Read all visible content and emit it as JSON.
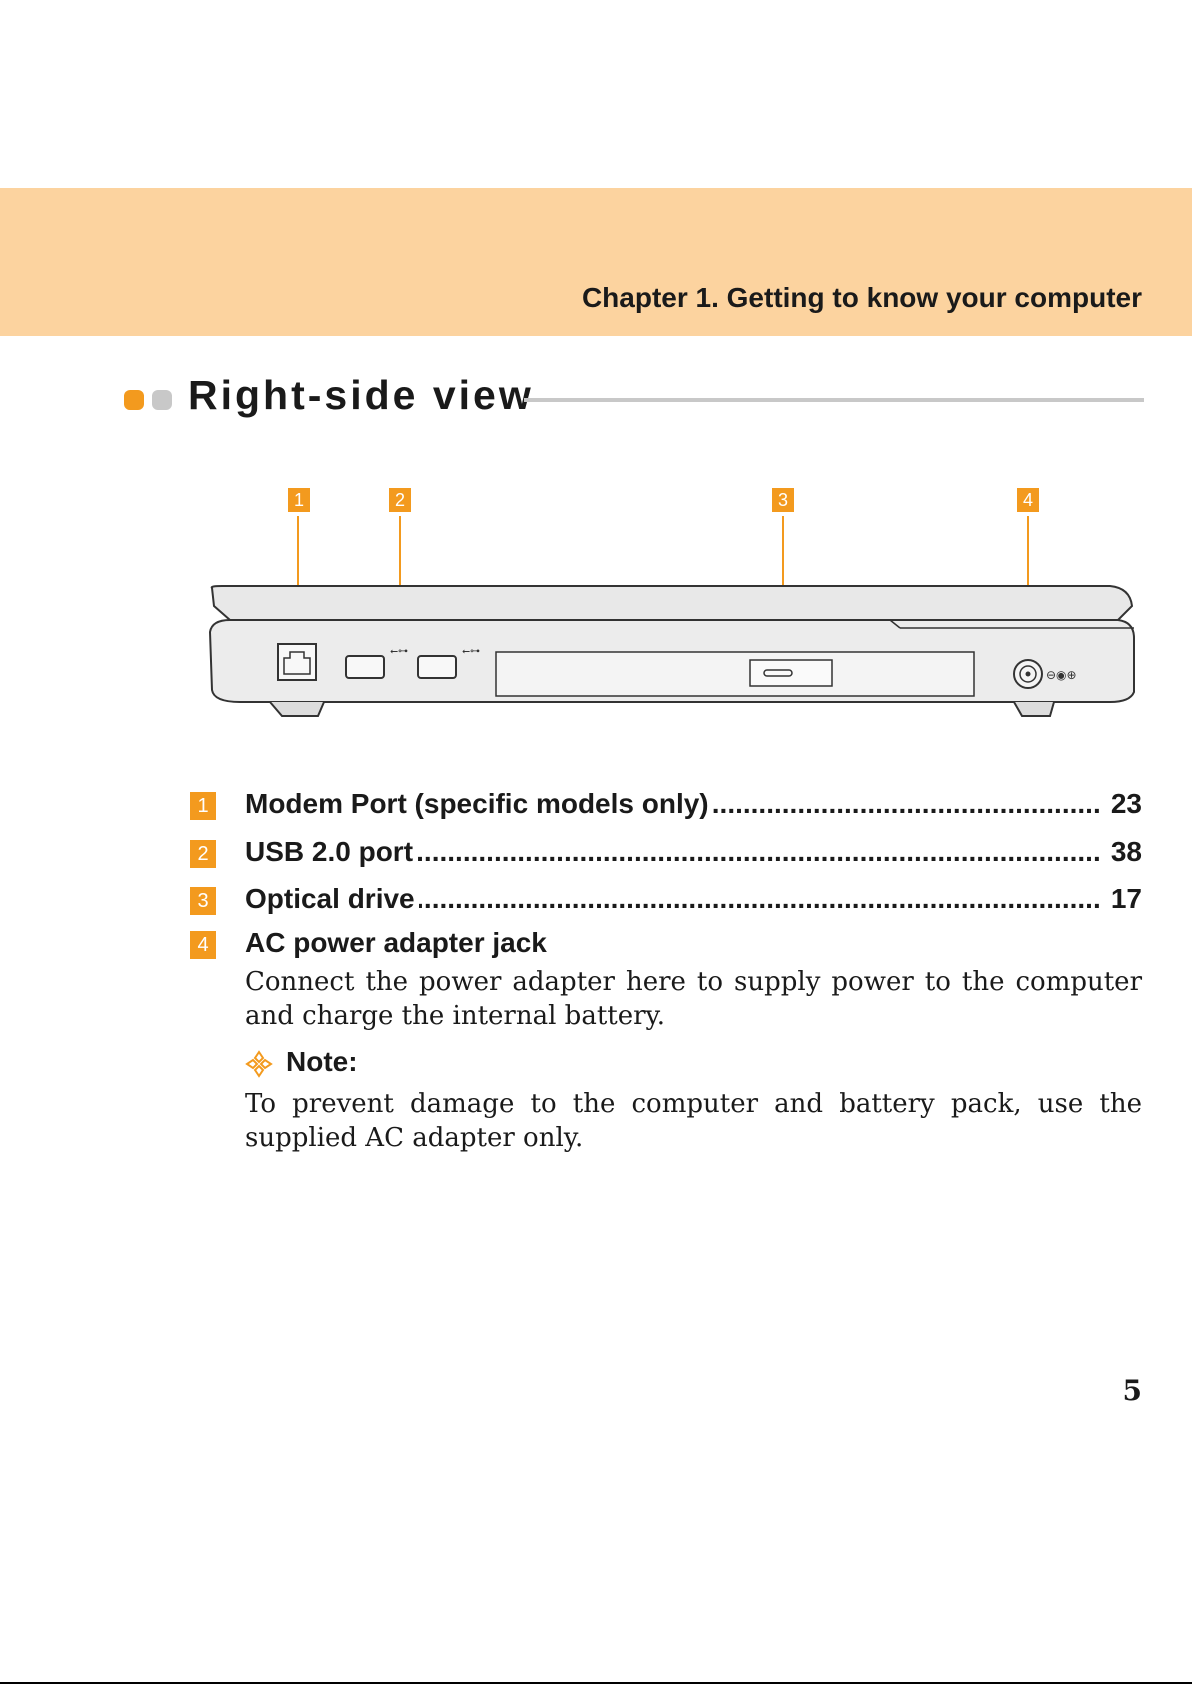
{
  "header": {
    "chapter_title": "Chapter 1. Getting to know your computer"
  },
  "section": {
    "title": "Right-side view"
  },
  "diagram": {
    "callouts": [
      "1",
      "2",
      "3",
      "4"
    ]
  },
  "items": [
    {
      "number": "1",
      "label": "Modem Port (specific models only)",
      "page": "23"
    },
    {
      "number": "2",
      "label": "USB 2.0 port",
      "page": "38"
    },
    {
      "number": "3",
      "label": "Optical drive",
      "page": "17"
    },
    {
      "number": "4",
      "label": "AC power adapter jack",
      "page": ""
    }
  ],
  "ac_description": "Connect the power adapter here to supply power to the computer and charge the internal battery.",
  "note": {
    "label": "Note:",
    "text": "To prevent damage to the computer and battery pack, use the supplied AC adapter only."
  },
  "page_number": "5",
  "colors": {
    "accent": "#f39a1e",
    "header_band": "#fcd39f",
    "rule_gray": "#c8c8c8"
  }
}
